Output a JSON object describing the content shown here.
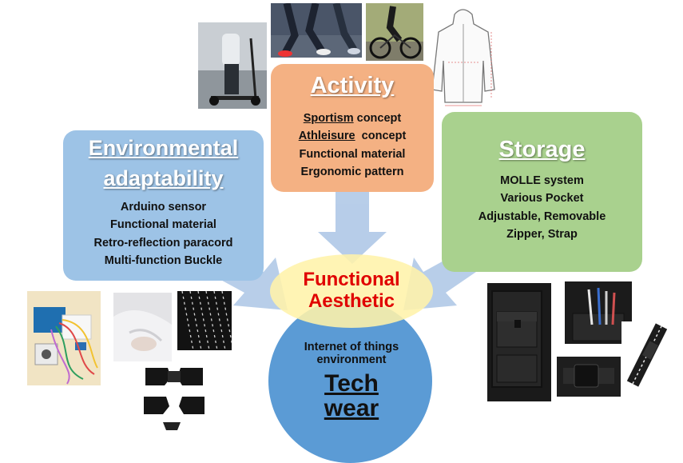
{
  "environmental": {
    "title_line1": "Environmental",
    "title_line2": "adaptability",
    "items": [
      "Arduino sensor",
      "Functional material",
      "Retro-reflection paracord",
      "Multi-function Buckle"
    ]
  },
  "activity": {
    "title": "Activity",
    "items": [
      {
        "underlined": "Sportism",
        "rest": " concept"
      },
      {
        "underlined": "Athleisure",
        "rest": "  concept"
      },
      {
        "underlined": "",
        "rest": "Functional material"
      },
      {
        "underlined": "",
        "rest": "Ergonomic pattern"
      }
    ]
  },
  "storage": {
    "title": "Storage",
    "items": [
      "MOLLE system",
      "Various Pocket",
      "Adjustable, Removable",
      "Zipper, Strap"
    ]
  },
  "center": {
    "functional_line1": "Functional",
    "functional_line2": "Aesthetic",
    "iot_line1": "Internet of things",
    "iot_line2": "environment",
    "tech_line1": "Tech",
    "tech_line2": "wear"
  },
  "colors": {
    "environmental_box": "#9dc3e6",
    "activity_box": "#f4b183",
    "storage_box": "#a9d18e",
    "circle": "#5b9bd5",
    "ellipse": "#fff2aa",
    "accent_red": "#e00000",
    "arrow": "#b4cbe8"
  },
  "icons": [
    "scooter-photo",
    "running-photo",
    "cycling-photo",
    "jacket-pattern-drawing",
    "arduino-board-photo",
    "fabric-photo",
    "paracord-photo",
    "buckle-photo",
    "pocket-vest-photo",
    "pen-pocket-photo",
    "strap-buckle-photo",
    "zipper-photo"
  ]
}
